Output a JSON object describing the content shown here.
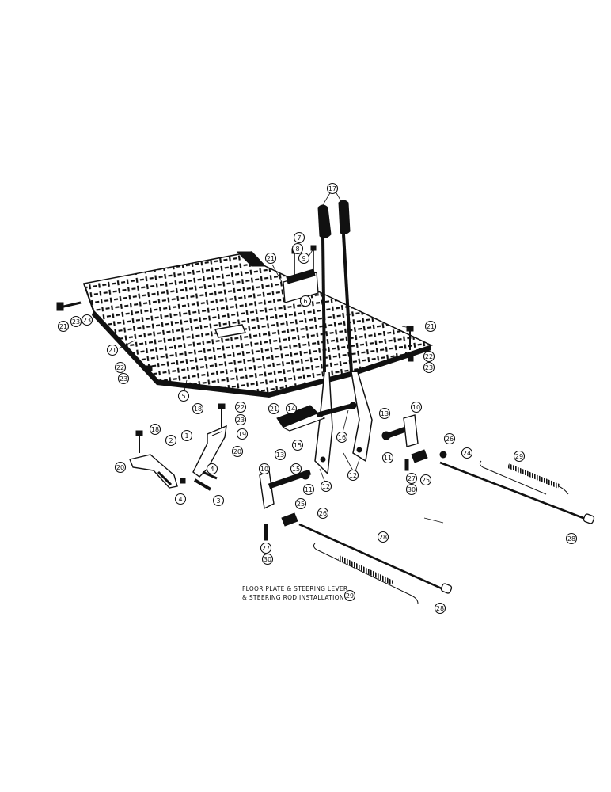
{
  "diagram": {
    "caption_lines": [
      "FLOOR PLATE & STEERING LEVER",
      "& STEERING ROD INSTALLATION"
    ],
    "callouts": [
      {
        "label": "17"
      },
      {
        "label": "7"
      },
      {
        "label": "8"
      },
      {
        "label": "9"
      },
      {
        "label": "21"
      },
      {
        "label": "6"
      },
      {
        "label": "21"
      },
      {
        "label": "23"
      },
      {
        "label": "23"
      },
      {
        "label": "21"
      },
      {
        "label": "21"
      },
      {
        "label": "22"
      },
      {
        "label": "23"
      },
      {
        "label": "22"
      },
      {
        "label": "23"
      },
      {
        "label": "5"
      },
      {
        "label": "18"
      },
      {
        "label": "22"
      },
      {
        "label": "23"
      },
      {
        "label": "21"
      },
      {
        "label": "14"
      },
      {
        "label": "15"
      },
      {
        "label": "13"
      },
      {
        "label": "10"
      },
      {
        "label": "16"
      },
      {
        "label": "11"
      },
      {
        "label": "12"
      },
      {
        "label": "19"
      },
      {
        "label": "20"
      },
      {
        "label": "18"
      },
      {
        "label": "2"
      },
      {
        "label": "1"
      },
      {
        "label": "20"
      },
      {
        "label": "4"
      },
      {
        "label": "4"
      },
      {
        "label": "3"
      },
      {
        "label": "13"
      },
      {
        "label": "15"
      },
      {
        "label": "10"
      },
      {
        "label": "11"
      },
      {
        "label": "12"
      },
      {
        "label": "26"
      },
      {
        "label": "24"
      },
      {
        "label": "29"
      },
      {
        "label": "27"
      },
      {
        "label": "30"
      },
      {
        "label": "25"
      },
      {
        "label": "28"
      },
      {
        "label": "25"
      },
      {
        "label": "26"
      },
      {
        "label": "27"
      },
      {
        "label": "30"
      },
      {
        "label": "28"
      },
      {
        "label": "29"
      },
      {
        "label": "28"
      }
    ]
  }
}
